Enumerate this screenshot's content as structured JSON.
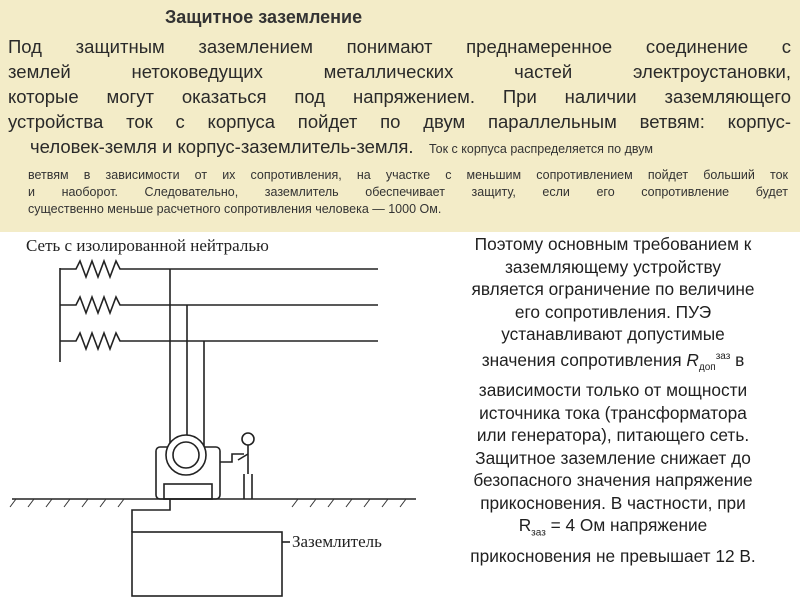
{
  "header": {
    "title": "Защитное заземление",
    "intro_lines": [
      "Под защитным заземлением понимают преднамеренное соединение с",
      "землей нетоковедущих металлических частей электроустановки,",
      "которые могут оказаться под напряжением. При наличии заземляющего",
      "устройства ток с корпуса пойдет по двум параллельным ветвям: корпус-",
      "человек-земля и корпус-заземлитель-земля."
    ],
    "intro_tail": "Ток с корпуса распределяется по двум",
    "note_lines": [
      "ветвям в зависимости от их сопротивления, на участке с меньшим сопротивлением пойдет больший ток",
      "и наоборот. Следовательно, заземлитель обеспечивает защиту, если его сопротивление будет",
      "существенно меньше расчетного сопротивления человека — 1000 Ом."
    ]
  },
  "diagram": {
    "network_label": "Сеть с изолированной нейтралью",
    "grounding_label": "Заземлитель"
  },
  "body": {
    "lines": [
      "Поэтому основным требованием к",
      "заземляющему устройству",
      "является ограничение по величине",
      "его сопротивления. ПУЭ",
      "устанавливают допустимые"
    ],
    "r_line_prefix": "значения сопротивления ",
    "r_symbol": "R",
    "r_sub": "доп",
    "r_sup": "заз",
    "r_line_suffix": " в",
    "lines2": [
      "зависимости только от мощности",
      "источника тока (трансформатора",
      "или генератора), питающего сеть.",
      "Защитное заземление снижает до",
      "безопасного значения напряжение",
      "прикосновения. В частности, при"
    ],
    "rz_symbol": "R",
    "rz_sub": "заз",
    "rz_suffix": " = 4 Ом напряжение",
    "last_line": "прикосновения не превышает 12 В."
  }
}
